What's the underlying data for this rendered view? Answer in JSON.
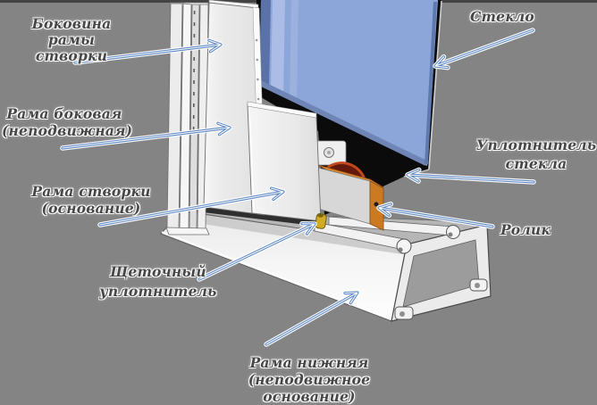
{
  "figure": {
    "type": "annotated-technical-diagram",
    "subject": "Cross-section of an aluminium sliding window bottom corner: fixed frame, sash, glazing and roller",
    "language": "Russian"
  },
  "labels": {
    "sash_frame_side": {
      "line1": "Боковина рамы",
      "line2": "створки"
    },
    "side_frame_fixed": {
      "line1": "Рама боковая",
      "line2": "(неподвижная)"
    },
    "sash_frame_base": {
      "line1": "Рама створки",
      "line2": "(основание)"
    },
    "brush_seal": {
      "line1": "Щеточный",
      "line2": "уплотнитель"
    },
    "bottom_frame": {
      "line1": "Рама нижняя",
      "line2": "(неподвижное основание)"
    },
    "glass": {
      "line1": "Стекло"
    },
    "glass_seal": {
      "line1": "Уплотнитель",
      "line2": "стекла"
    },
    "roller": {
      "line1": "Ролик"
    }
  },
  "colors": {
    "background": "#848484",
    "arrow_blue": "#5b86c4",
    "glass_blue": "#8ca6da",
    "glass_edge_blue": "#5a72a8",
    "gasket_black": "#0b0b0b",
    "profile_white": "#f3f3f3",
    "roller_housing_orange": "#d9862c",
    "roller_wheel_maroon": "#64190c",
    "brush_seal_yellow": "#d2ab25",
    "label_text": "#474747"
  }
}
